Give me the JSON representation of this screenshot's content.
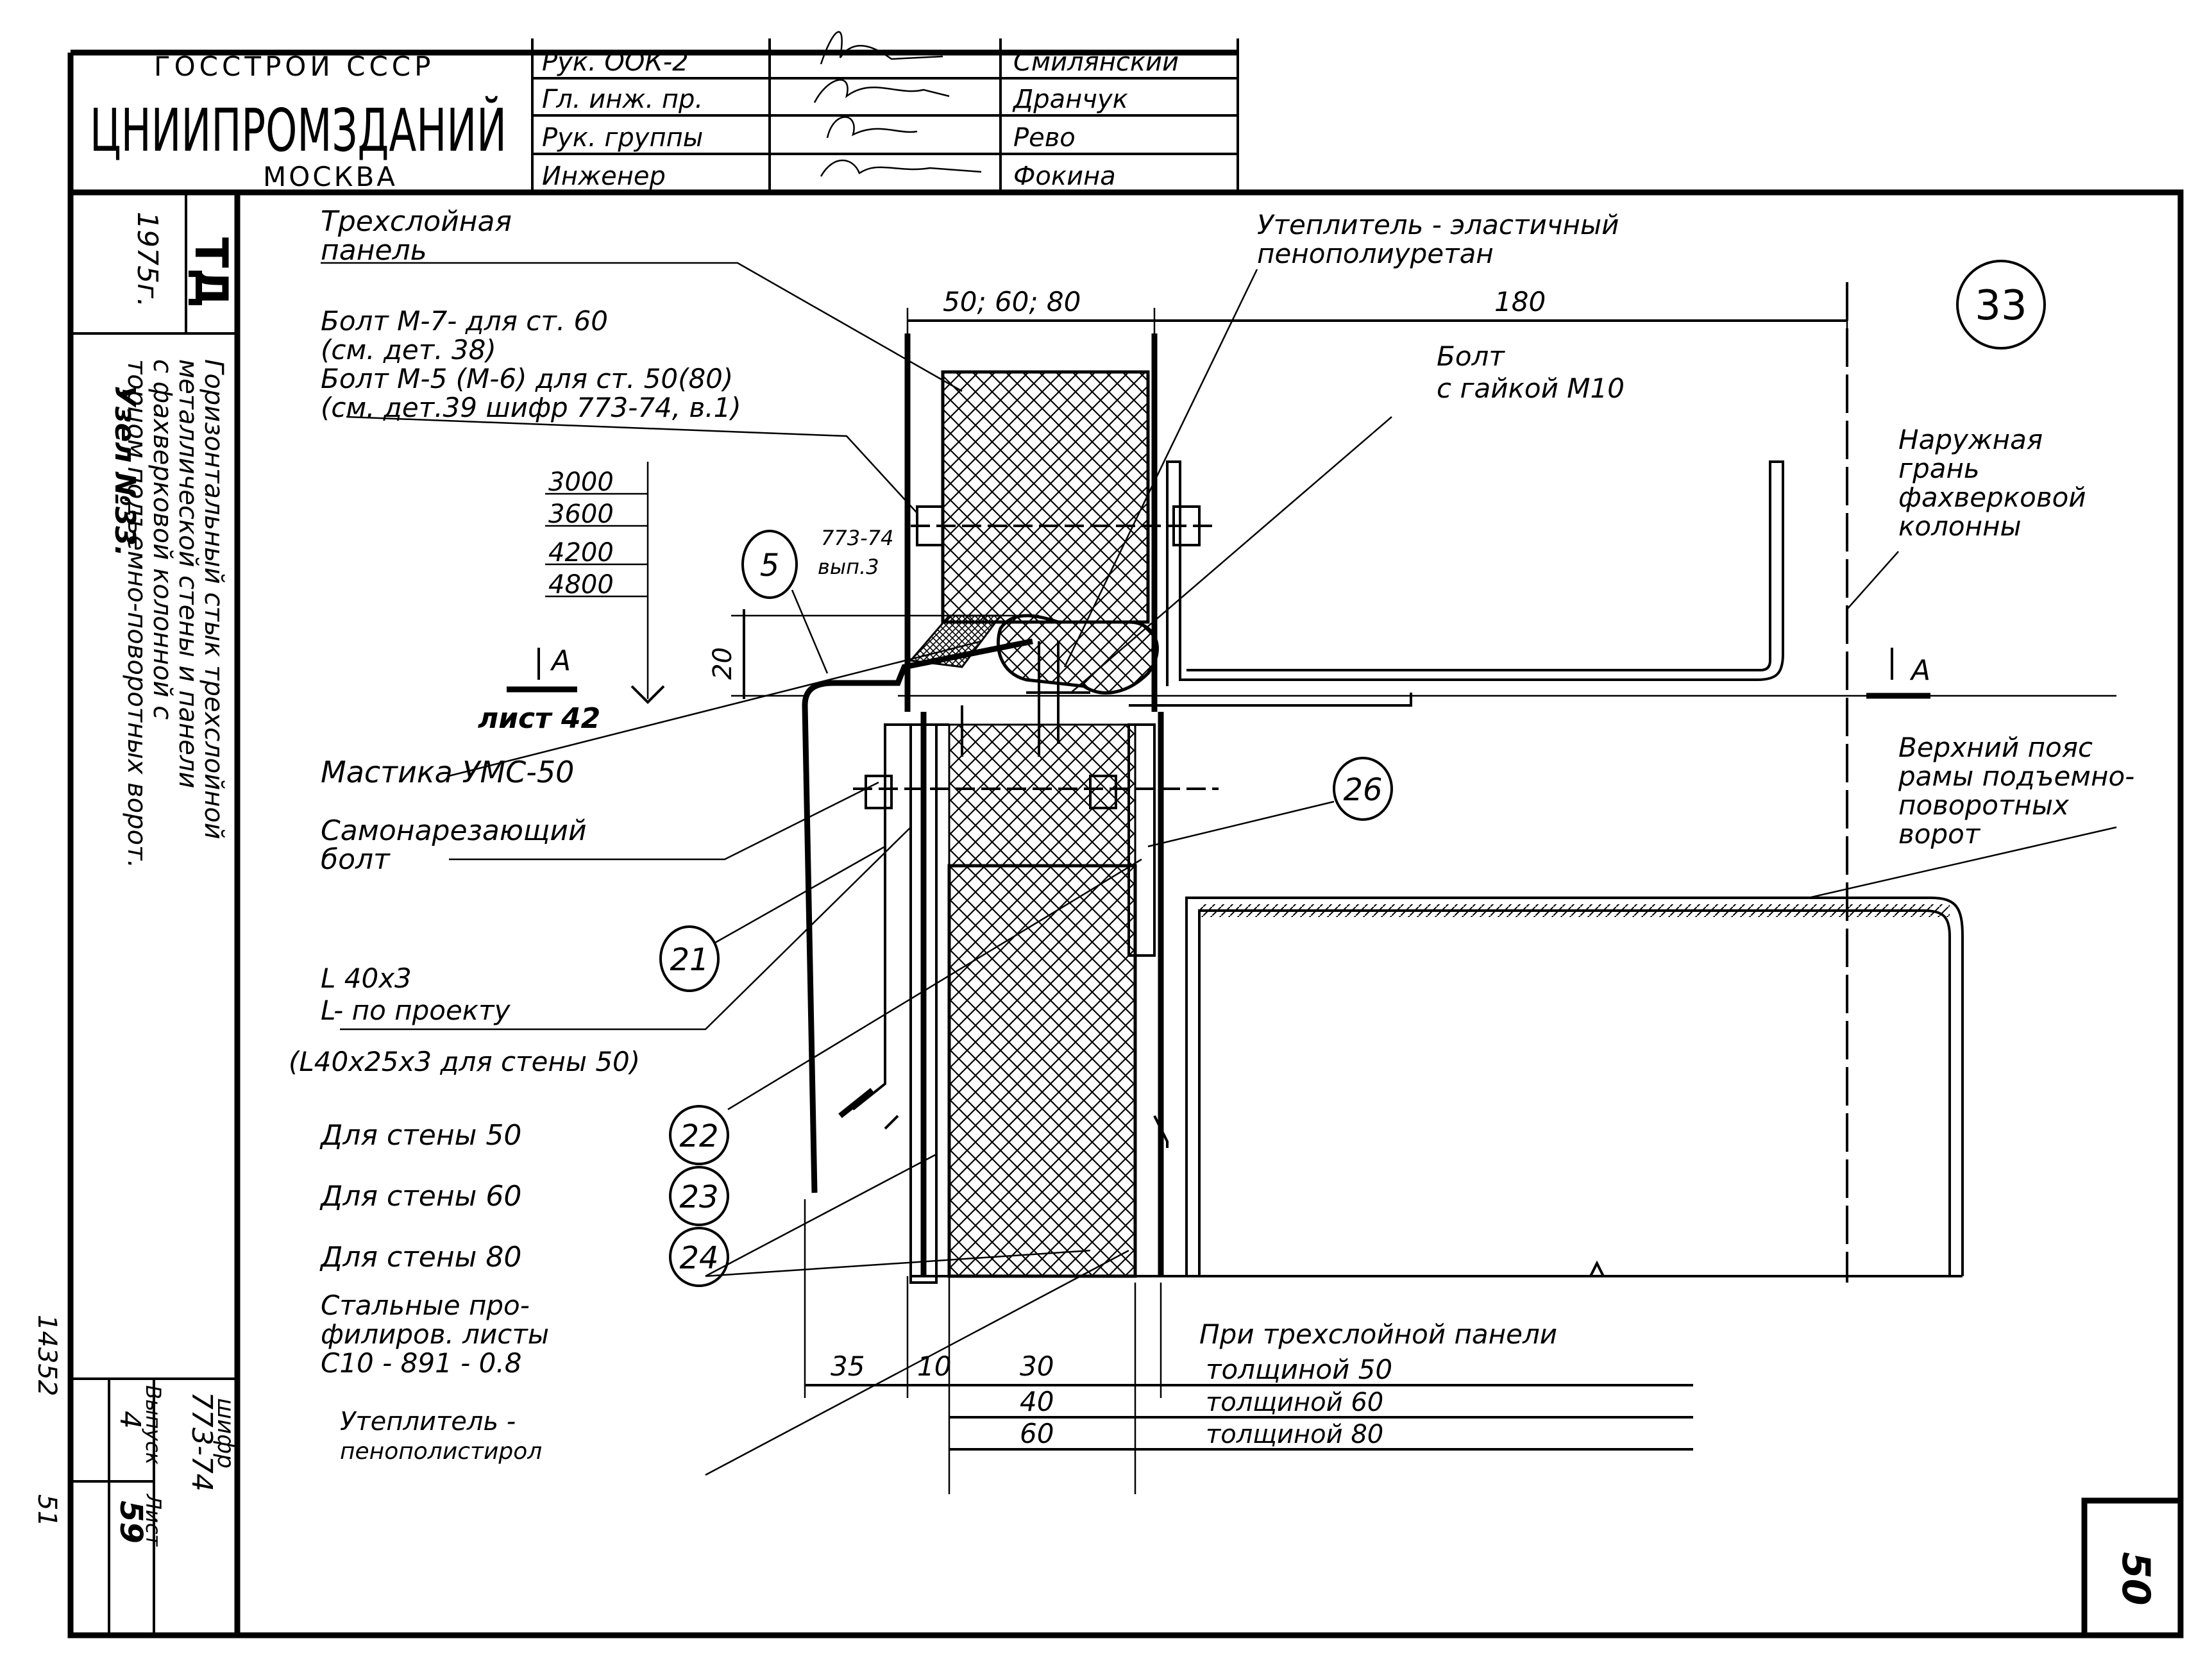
{
  "title_block": {
    "org_top": "ГОССТРОЙ СССР",
    "org_main": "ЦНИИПРОМЗДАНИЙ",
    "org_city": "МОСКВА",
    "roles": [
      {
        "role": "Рук. ООК-2",
        "name": "Смилянский"
      },
      {
        "role": "Гл. инж. пр.",
        "name": "Дранчук"
      },
      {
        "role": "Рук. группы",
        "name": "Рево"
      },
      {
        "role": "Инженер",
        "name": "Фокина"
      }
    ]
  },
  "side_stamp": {
    "code": "ТД",
    "year": "1975г.",
    "title_lines": [
      "Горизонтальный стык трехслойной",
      "металлической стены и панели",
      "с фахверковой колонной с",
      "торцом подъемно-поворотных ворот."
    ],
    "node": "Узел №33.",
    "shifr_label": "шифр",
    "shifr": "773-74",
    "vypusk_label": "Выпуск",
    "vypusk": "4",
    "list_label": "Лист",
    "list": "59",
    "margin_num1": "14352",
    "margin_num2": "51"
  },
  "drawing": {
    "node_number": "33",
    "sheet_number": "50",
    "labels": {
      "panel3": [
        "Трехслойная",
        "панель"
      ],
      "bolts": [
        "Болт М-7- для ст. 60",
        "(см. дет. 38)",
        "Болт М-5 (М-6) для ст. 50(80)",
        "(см. дет.39 шифр 773-74, в.1)"
      ],
      "insul_top": [
        "Утеплитель - эластичный",
        "пенополиуретан"
      ],
      "bolt_nut": [
        "Болт",
        "с гайкой М10"
      ],
      "outer_face": [
        "Наружная",
        "грань",
        "фахверковой",
        "колонны"
      ],
      "top_chord": [
        "Верхний пояс",
        "рамы подъемно-",
        "поворотных",
        "ворот"
      ],
      "mastic": "Мастика УМС-50",
      "self_tap": [
        "Самонарезающий",
        "болт"
      ],
      "angle": [
        "L 40х3",
        "L- по проекту",
        "(L40х25х3 для стены 50)"
      ],
      "wall50": "Для стены 50",
      "wall60": "Для стены 60",
      "wall80": "Для стены 80",
      "sheets": [
        "Стальные про-",
        "филиров. листы",
        "С10 - 891 - 0.8"
      ],
      "insul_bottom": [
        "Утеплитель -",
        "пенополистирол"
      ],
      "ref_sheet": "773-74",
      "ref_issue": "вып.3",
      "section_mark": "А",
      "sheet_ref": "лист 42"
    },
    "heights": [
      "3000",
      "3600",
      "4200",
      "4800"
    ],
    "callouts": [
      "5",
      "26",
      "21",
      "22",
      "23",
      "24"
    ],
    "dims": {
      "top_width": "50; 60; 80",
      "top_right": "180",
      "gap": "20",
      "bottom": [
        "35",
        "10",
        "30",
        "40",
        "60"
      ],
      "note_rows": [
        "При трехслойной панели",
        "толщиной 50",
        "толщиной 60",
        "толщиной 80"
      ]
    }
  }
}
